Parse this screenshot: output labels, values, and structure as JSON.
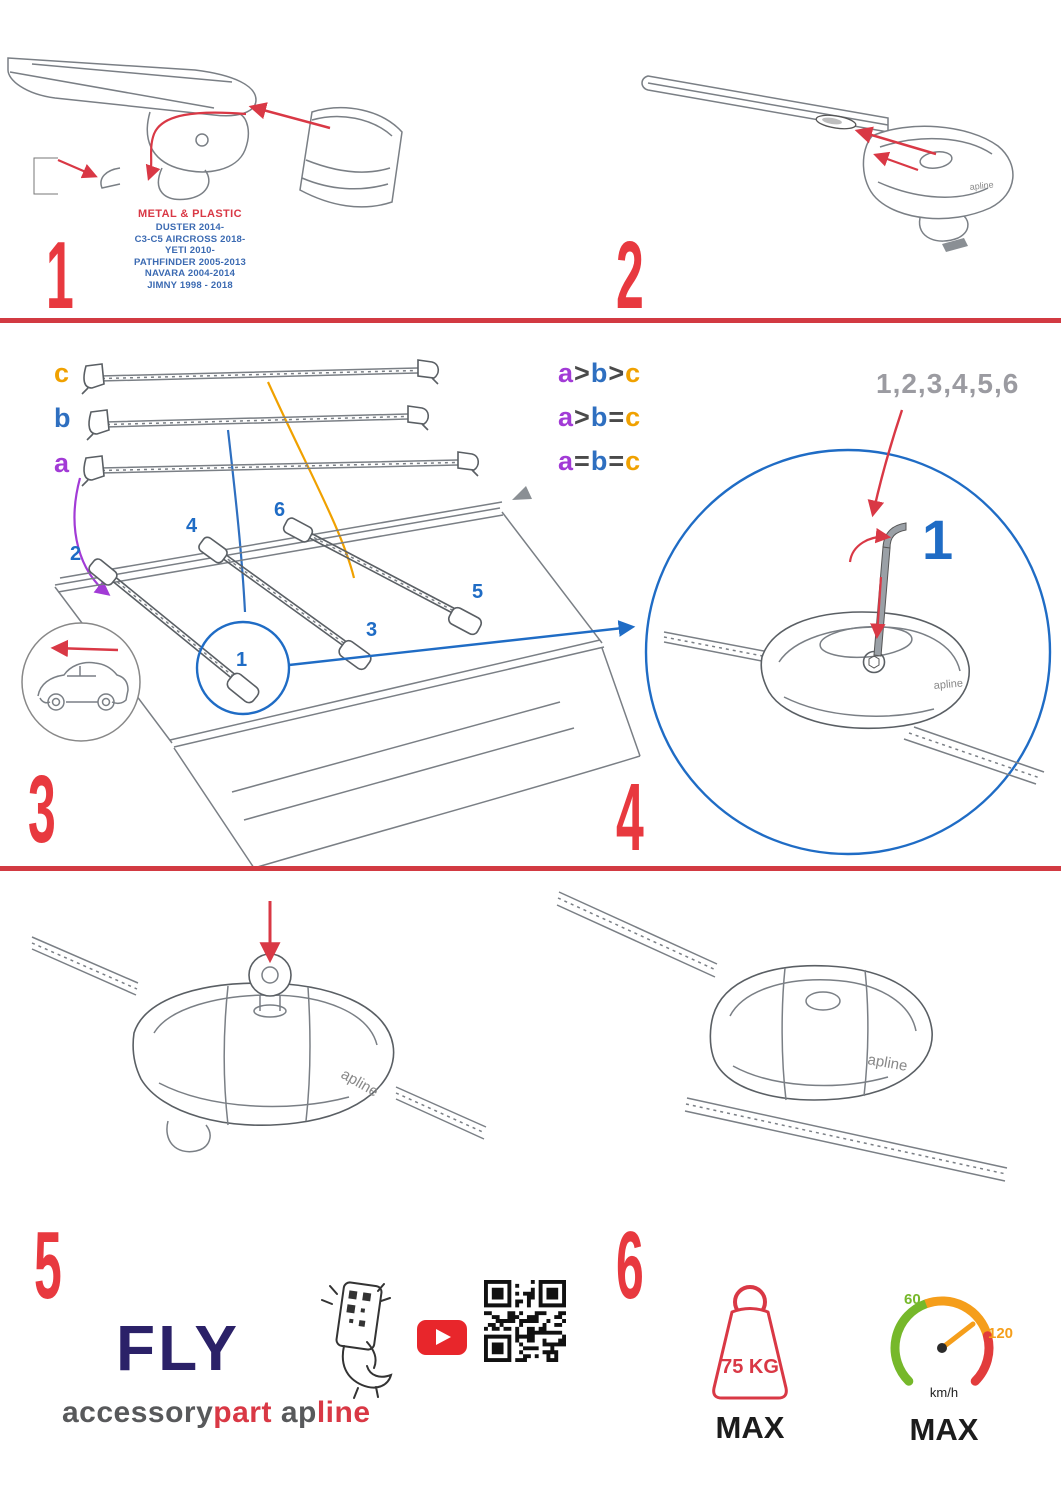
{
  "steps": {
    "s1": {
      "number": "1",
      "material": "METAL & PLASTIC",
      "models": [
        "DUSTER 2014-",
        "C3-C5 AIRCROSS 2018-",
        "YETI 2010-",
        "PATHFINDER 2005-2013",
        "NAVARA 2004-2014",
        "JIMNY 1998 - 2018"
      ]
    },
    "s2": {
      "number": "2",
      "brand": "apline"
    },
    "s3": {
      "number": "3",
      "bars": {
        "a": "a",
        "b": "b",
        "c": "c"
      },
      "legend": [
        {
          "a": "a",
          "op1": ">",
          "b": "b",
          "op2": ">",
          "c": "c"
        },
        {
          "a": "a",
          "op1": ">",
          "b": "b",
          "op2": "=",
          "c": "c"
        },
        {
          "a": "a",
          "op1": "=",
          "b": "b",
          "op2": "=",
          "c": "c"
        }
      ],
      "positions": [
        "1",
        "2",
        "3",
        "4",
        "5",
        "6"
      ]
    },
    "s4": {
      "number": "4",
      "sequence": "1,2,3,4,5,6",
      "first": "1",
      "brand": "apline"
    },
    "s5": {
      "number": "5",
      "brand": "apline"
    },
    "s6": {
      "number": "6",
      "brand": "apline"
    }
  },
  "footer": {
    "product": "FLY",
    "brand": {
      "accessory": "accessory",
      "part": "part",
      "ap": "ap",
      "line": "line"
    },
    "weight": {
      "value": "75 KG",
      "max": "MAX"
    },
    "speed": {
      "low": "60",
      "high": "120",
      "unit": "km/h",
      "max": "MAX"
    }
  },
  "colors": {
    "red": "#d93845",
    "blue": "#1f6cc5",
    "purple": "#a23bd6",
    "orange": "#f0a100",
    "navy": "#2b2168",
    "gray": "#9b9ba1",
    "gauge_green": "#76b82a",
    "gauge_orange": "#f59e1b",
    "gauge_red": "#e23c3c"
  }
}
